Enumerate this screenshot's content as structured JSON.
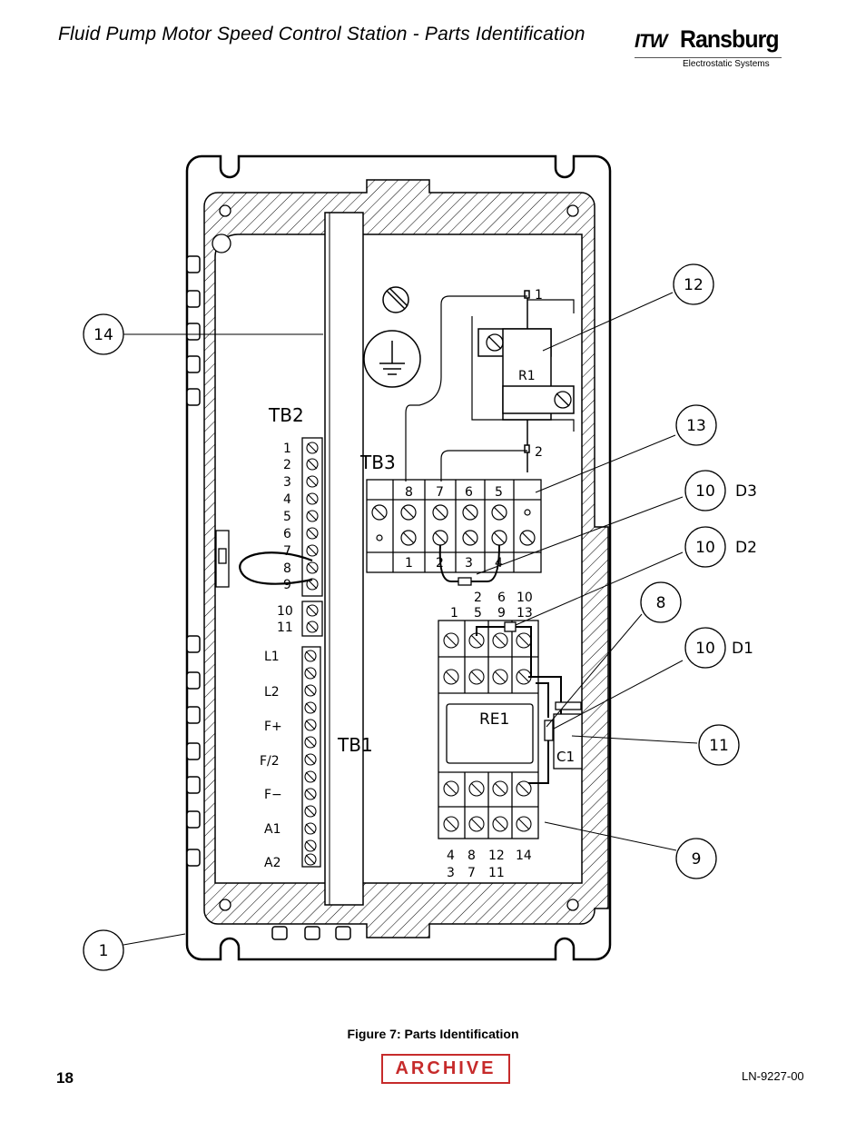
{
  "header": {
    "title": "Fluid Pump Motor Speed Control Station - Parts Identification",
    "logo_prefix": "ITW",
    "logo_brand": "Ransburg",
    "logo_subtitle": "Electrostatic Systems"
  },
  "figure": {
    "callouts": [
      "14",
      "12",
      "13",
      "10",
      "10",
      "8",
      "10",
      "11",
      "9",
      "1"
    ],
    "callout_suffixes": [
      "D3",
      "D2",
      "D1"
    ],
    "tb2_label": "TB2",
    "tb3_label": "TB3",
    "tb1_label": "TB1",
    "r1_label": "R1",
    "re1_label": "RE1",
    "c1_label": "C1",
    "r1_pin_top": "1",
    "r1_pin_bottom": "2",
    "tb2_terminals": [
      "1",
      "2",
      "3",
      "4",
      "5",
      "6",
      "7",
      "8",
      "9"
    ],
    "tb2_terminals_b": [
      "10",
      "11"
    ],
    "tb1_terminals": [
      "L1",
      "L2",
      "F+",
      "F/2",
      "F−",
      "A1",
      "A2"
    ],
    "tb3_top_numbers": [
      "8",
      "7",
      "6",
      "5"
    ],
    "tb3_bottom_numbers": [
      "1",
      "2",
      "3",
      "4"
    ],
    "relay_top_row1": [
      "2",
      "6",
      "10"
    ],
    "relay_top_row2": [
      "1",
      "5",
      "9",
      "13"
    ],
    "relay_bottom_row1": [
      "4",
      "8",
      "12",
      "14"
    ],
    "relay_bottom_row2": [
      "3",
      "7",
      "11"
    ]
  },
  "caption": "Figure 7:   Parts Identification",
  "footer": {
    "page_number": "18",
    "stamp": "ARCHIVE",
    "doc_number": "LN-9227-00"
  },
  "colors": {
    "stamp": "#c62b2b"
  }
}
